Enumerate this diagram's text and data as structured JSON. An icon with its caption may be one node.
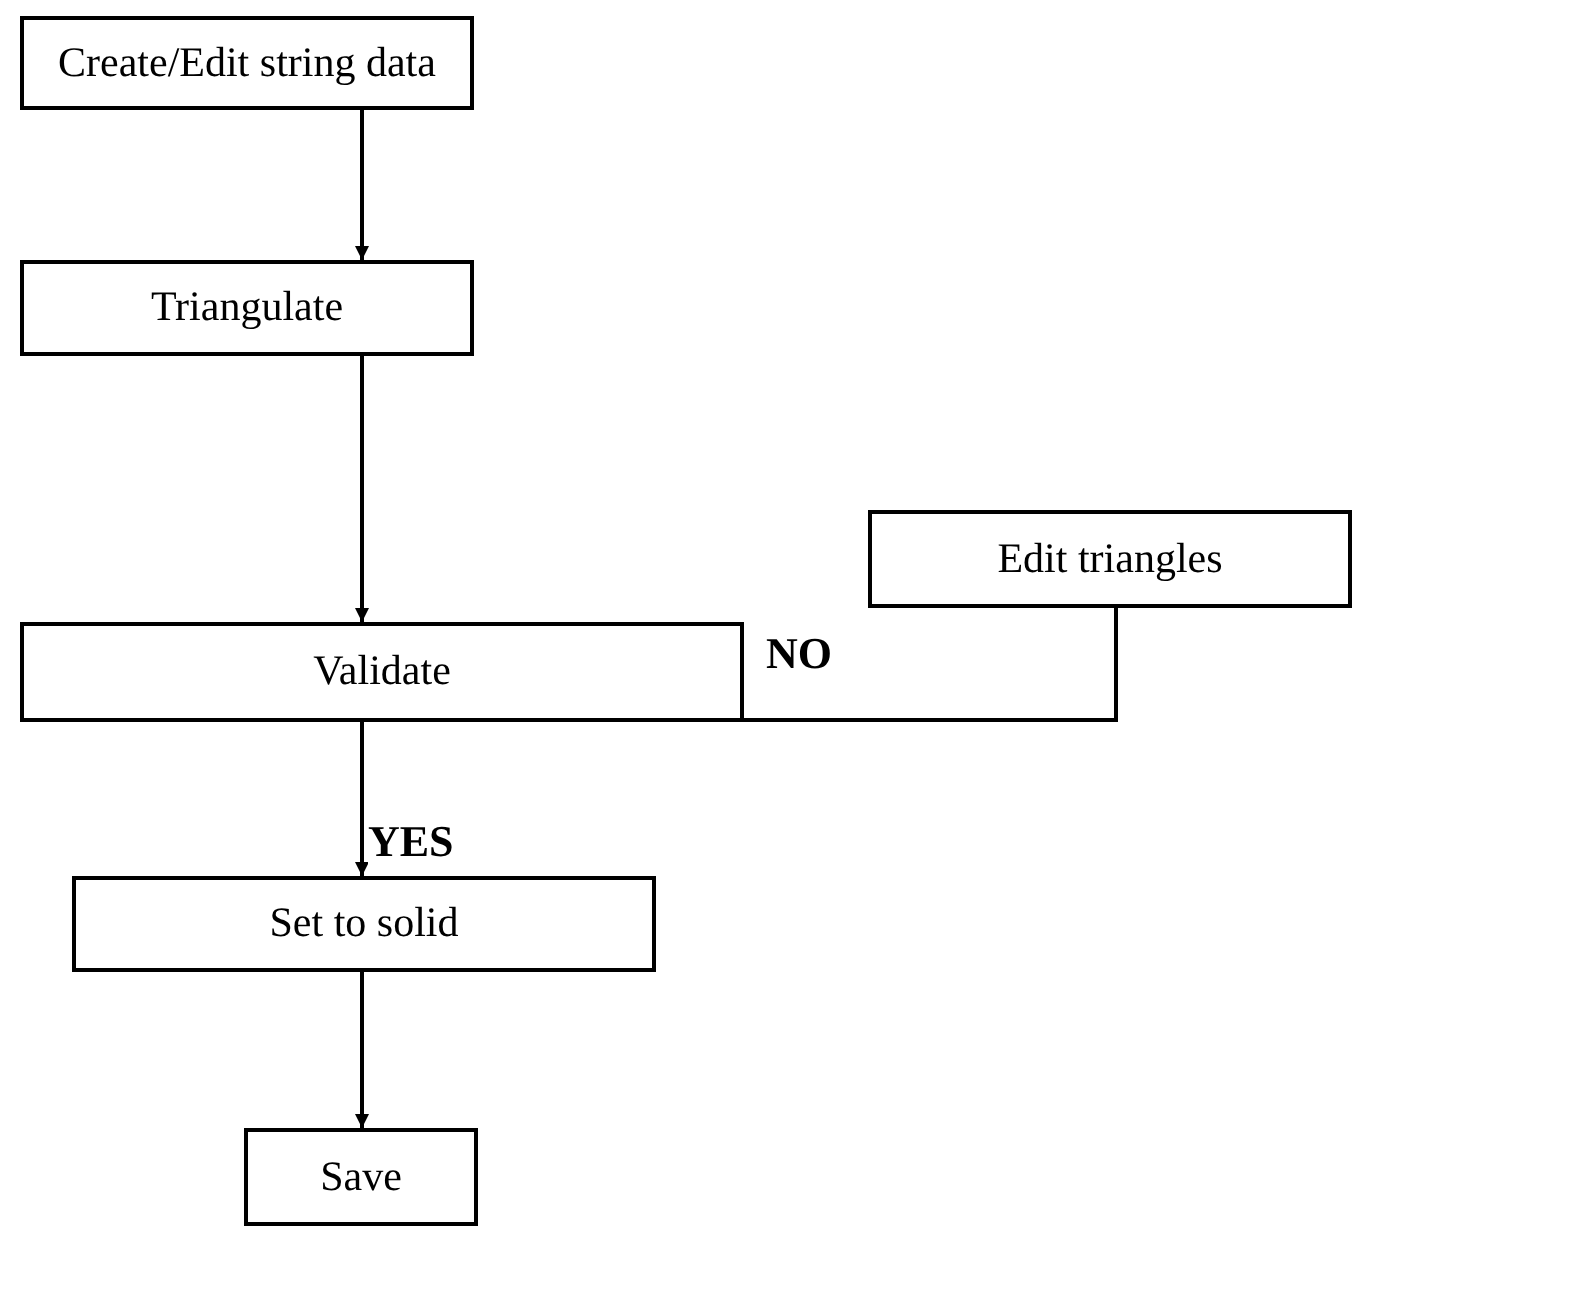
{
  "diagram": {
    "nodes": [
      {
        "text": [
          "Create/Edit string data"
        ]
      },
      {
        "text": [
          "Triangulate"
        ]
      },
      {
        "text": [
          "Edit triangles"
        ]
      },
      {
        "text": [
          "Validate"
        ]
      },
      {
        "text": [
          "Set to solid"
        ]
      },
      {
        "text": [
          "Save"
        ]
      }
    ],
    "edges": [
      {
        "from": 0,
        "to": 1,
        "arrow": "to"
      },
      {
        "from": 1,
        "to": 3,
        "arrow": "to"
      },
      {
        "from": 3,
        "to": 2,
        "arrow": "none",
        "label": "NO"
      },
      {
        "from": 3,
        "to": 4,
        "arrow": "to",
        "label": "YES"
      },
      {
        "from": 4,
        "to": 5,
        "arrow": "to"
      }
    ]
  }
}
